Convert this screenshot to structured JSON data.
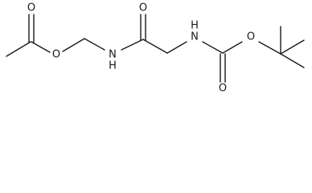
{
  "structure": {
    "atom_labels": {
      "ester_oxygen_carbonyl": "O",
      "ester_oxygen_link": "O",
      "amide_nitrogen_left": "N",
      "amide_hydrogen_left": "H",
      "amide_oxygen": "O",
      "carbamate_nitrogen": "N",
      "carbamate_hydrogen": "H",
      "carbamate_oxygen_carbonyl": "O",
      "carbamate_oxygen_link": "O"
    }
  },
  "colors": {
    "bond": "#1a1a1a",
    "background": "#ffffff"
  }
}
